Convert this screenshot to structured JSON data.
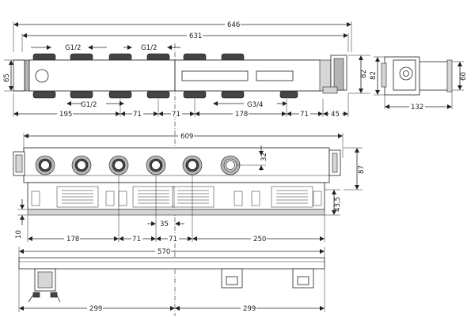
{
  "top_view": {
    "overall_width": "646",
    "body_width": "631",
    "thread_left_1": "G1/2",
    "thread_left_2": "G1/2",
    "height_left": "65",
    "height_right": "82",
    "thread_bottom": "G1/2",
    "thread_outlet": "G3/4",
    "dim_195": "195",
    "dim_71a": "71",
    "dim_71b": "71",
    "dim_178": "178",
    "dim_71c": "71",
    "dim_45": "45"
  },
  "side_view": {
    "dim_82": "82",
    "dim_60": "60",
    "dim_132": "132"
  },
  "front_view": {
    "dim_609": "609",
    "dim_32": "32",
    "dim_87": "87",
    "dim_43_5": "43,5",
    "dim_10": "10",
    "dim_35": "35",
    "dim_178": "178",
    "dim_71a": "71",
    "dim_71b": "71",
    "dim_250": "250"
  },
  "bottom_view": {
    "dim_570": "570",
    "dim_299a": "299",
    "dim_299b": "299"
  }
}
